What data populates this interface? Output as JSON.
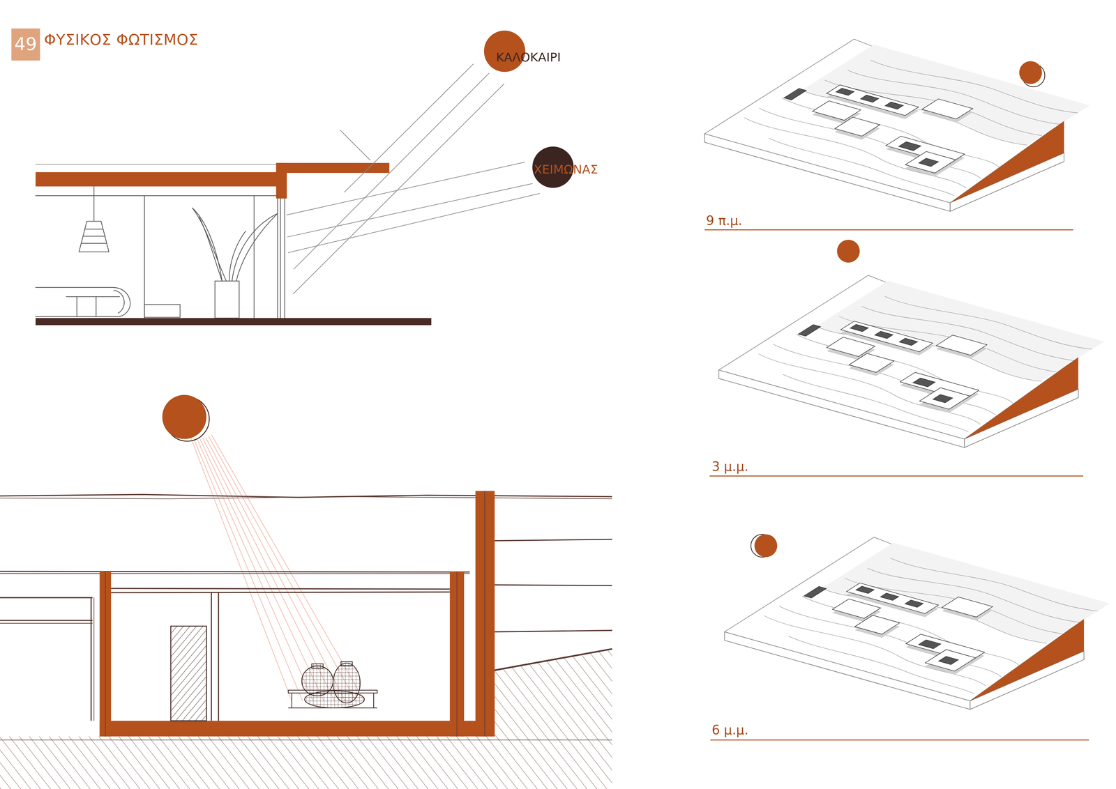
{
  "diagram": {
    "title": "ΦΥΣΙΚΟΣ ΦΩΤΙΣΜΟΣ",
    "nodes": [
      {
        "text": [
          "49"
        ]
      },
      {
        "text": [
          "ΚΑΛΟΚΑΙΡΙ"
        ]
      },
      {
        "text": [
          "ΧΕΙΜΩΝΑΣ"
        ]
      }
    ],
    "labels": [
      "9 π.μ.",
      "3 μ.μ.",
      "6 μ.μ."
    ]
  }
}
